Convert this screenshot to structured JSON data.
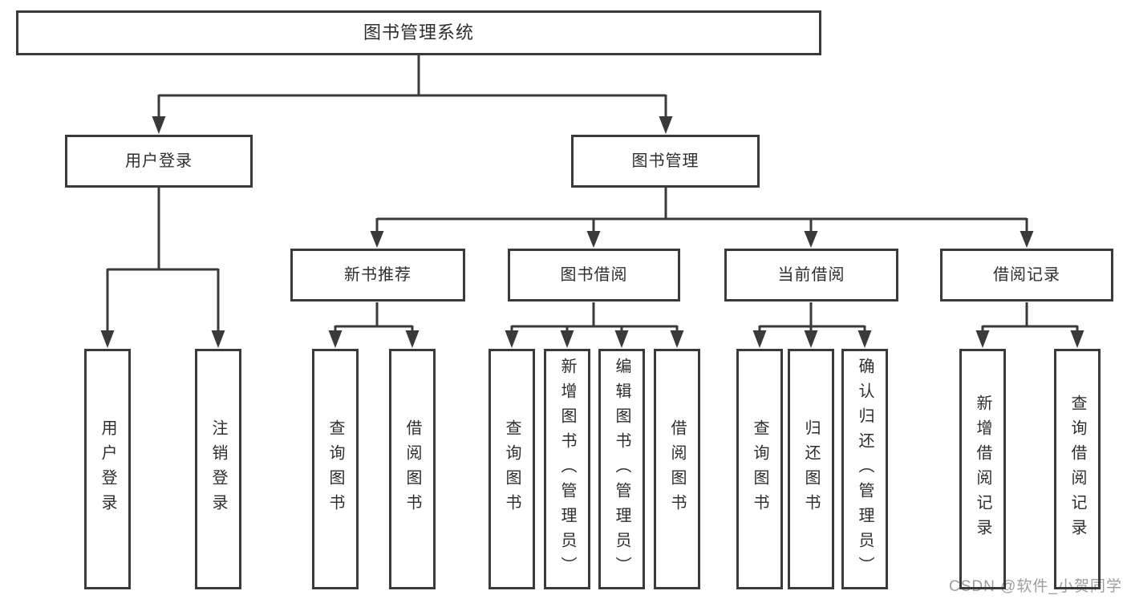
{
  "tree": {
    "root": {
      "label": "图书管理系统"
    },
    "branches": [
      {
        "label": "用户登录",
        "leaves": [
          {
            "label": "用户登录"
          },
          {
            "label": "注销登录"
          }
        ]
      },
      {
        "label": "图书管理",
        "sections": [
          {
            "label": "新书推荐",
            "leaves": [
              {
                "label": "查询图书"
              },
              {
                "label": "借阅图书"
              }
            ]
          },
          {
            "label": "图书借阅",
            "leaves": [
              {
                "label": "查询图书"
              },
              {
                "label": "新增图书（管理员）"
              },
              {
                "label": "编辑图书（管理员）"
              },
              {
                "label": "借阅图书"
              }
            ]
          },
          {
            "label": "当前借阅",
            "leaves": [
              {
                "label": "查询图书"
              },
              {
                "label": "归还图书"
              },
              {
                "label": "确认归还（管理员）"
              }
            ]
          },
          {
            "label": "借阅记录",
            "leaves": [
              {
                "label": "新增借阅记录"
              },
              {
                "label": "查询借阅记录"
              }
            ]
          }
        ]
      }
    ]
  },
  "watermark": {
    "text": "CSDN @软件_小贺同学"
  },
  "colors": {
    "line": "#3a3a3a",
    "text": "#2e2e2e",
    "watermark": "#9e9e9e",
    "background": "#ffffff"
  }
}
